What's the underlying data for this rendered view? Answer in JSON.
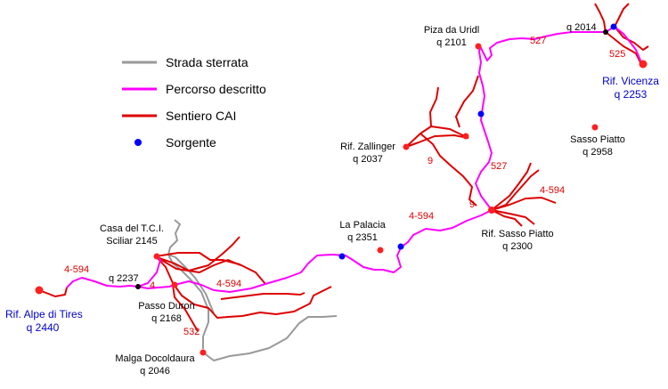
{
  "colors": {
    "strada": "#999999",
    "percorso": "#ff00ff",
    "sentiero": "#dd0000",
    "sorgente": "#0000ff",
    "summit": "#ff2020",
    "junction": "#000000",
    "label_blue": "#0000cc"
  },
  "legend": {
    "strada": "Strada sterrata",
    "percorso": "Percorso descritto",
    "sentiero": "Sentiero CAI",
    "sorgente": "Sorgente"
  },
  "places": {
    "rif_alpe_tires": {
      "name": "Rif. Alpe di Tires",
      "alt": "q 2440"
    },
    "rif_vicenza": {
      "name": "Rif. Vicenza",
      "alt": "q 2253"
    },
    "piza_uridl": {
      "name": "Piza da Uridl",
      "alt": "q 2101"
    },
    "q2014": {
      "alt": "q 2014"
    },
    "rif_zallinger": {
      "name": "Rif. Zallinger",
      "alt": "q 2037"
    },
    "sasso_piatto_peak": {
      "name": "Sasso Piatto",
      "alt": "q 2958"
    },
    "rif_sasso_piatto": {
      "name": "Rif. Sasso Piatto",
      "alt": "q 2300"
    },
    "la_palacia": {
      "name": "La Palacia",
      "alt": "q 2351"
    },
    "casa_tci": {
      "name": "Casa del T.C.I.",
      "name2": "Sciliar 2145"
    },
    "q2237": {
      "alt": "q 2237"
    },
    "passo_duron": {
      "name": "Passo Duron",
      "alt": "q 2168"
    },
    "malga_docoldaura": {
      "name": "Malga Docoldaura",
      "alt": "q 2046"
    }
  },
  "trail_numbers": {
    "t527a": "527",
    "t525": "525",
    "t9a": "9",
    "t527b": "527",
    "t9b": "9",
    "t4594a": "4-594",
    "t4594b": "4-594",
    "t4594c": "4-594",
    "t4594d": "4-594",
    "t4": "4",
    "t532": "532"
  }
}
